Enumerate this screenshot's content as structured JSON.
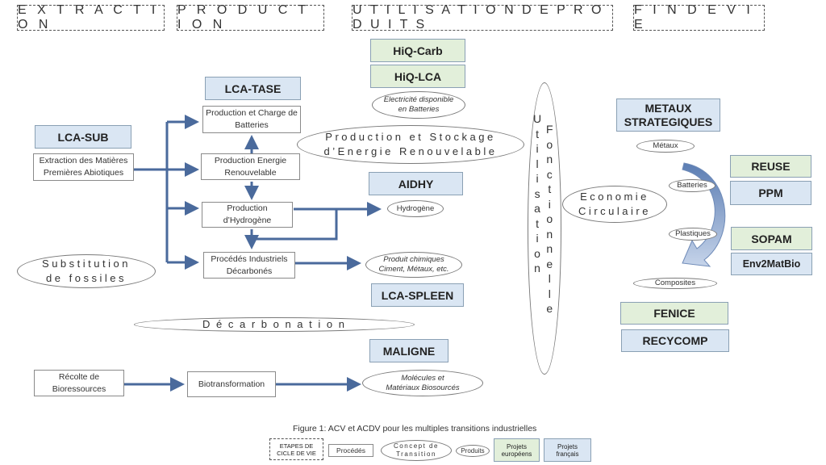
{
  "stages": {
    "extraction": "E X T R A C T I O N",
    "production": "P R O D U C T I O N",
    "utilisation": "U T I L I S A T I O N  D E  P R O D U I T S",
    "fin_de_vie": "F I N   D E   V I E"
  },
  "processes": {
    "extraction_matieres": "Extraction des Matières Premières Abiotiques",
    "charge_batteries": "Production et Charge de Batteries",
    "energie_renouvelable": "Production Energie Renouvelable",
    "hydrogene": "Production d’Hydrogène",
    "procedes_industriels": "Procédés Industriels Décarbonés",
    "recolte": "Récolte de Bioressources",
    "biotransformation": "Biotransformation"
  },
  "projects_european": {
    "hiq_carb": "HiQ-Carb",
    "hiq_lca": "HiQ-LCA",
    "reuse": "REUSE",
    "sopam": "SOPAM",
    "fenice": "FENICE"
  },
  "projects_french": {
    "lca_tase": "LCA-TASE",
    "lca_sub": "LCA-SUB",
    "aidhy": "AIDHY",
    "lca_spleen": "LCA-SPLEEN",
    "maligne": "MALIGNE",
    "metaux_strategiques_1": "METAUX",
    "metaux_strategiques_2": "STRATEGIQUES",
    "ppm": "PPM",
    "env2matbio": "Env2MatBio",
    "recycomp": "RECYCOMP"
  },
  "concepts": {
    "substitution_1": "Substitution",
    "substitution_2": "de fossiles",
    "stockage_1": "Production et Stockage",
    "stockage_2": "d’Energie Renouvelable",
    "decarbonation": "D é c a r b o n a t i o n",
    "economie_1": "Economie",
    "economie_2": "Circulaire",
    "utilisation_col": [
      "U",
      "t",
      "i",
      "l",
      "i",
      "s",
      "a",
      "t",
      "i",
      "o",
      "n"
    ],
    "fonctionnelle_col": [
      "F",
      "o",
      "n",
      "c",
      "t",
      "i",
      "o",
      "n",
      "n",
      "e",
      "l",
      "l",
      "e"
    ]
  },
  "products": {
    "electricite_1": "Electricité disponible",
    "electricite_2": "en Batteries",
    "hydrogene": "Hydrogène",
    "chimiques_1": "Produit chimiques",
    "chimiques_2": "Ciment, Métaux, etc.",
    "biosources_1": "Molécules et",
    "biosources_2": "Matériaux Biosourcés",
    "metaux": "Métaux",
    "batteries": "Batteries",
    "plastiques": "Plastiques",
    "composites": "Composites"
  },
  "caption": "Figure 1: ACV et ACDV pour les multiples transitions industrielles",
  "legend": {
    "etapes_1": "ETAPES DE",
    "etapes_2": "CICLE DE VIE",
    "procedes": "Procédés",
    "concept_1": "Concept de",
    "concept_2": "Transition",
    "produits": "Produits",
    "europeens_1": "Projets",
    "europeens_2": "européens",
    "francais_1": "Projets",
    "francais_2": "français"
  },
  "colors": {
    "connector": "#4a6a9c",
    "european_fill": "#e2efda",
    "french_fill": "#dae6f3",
    "circular_arrow": "#a9bcd8"
  }
}
